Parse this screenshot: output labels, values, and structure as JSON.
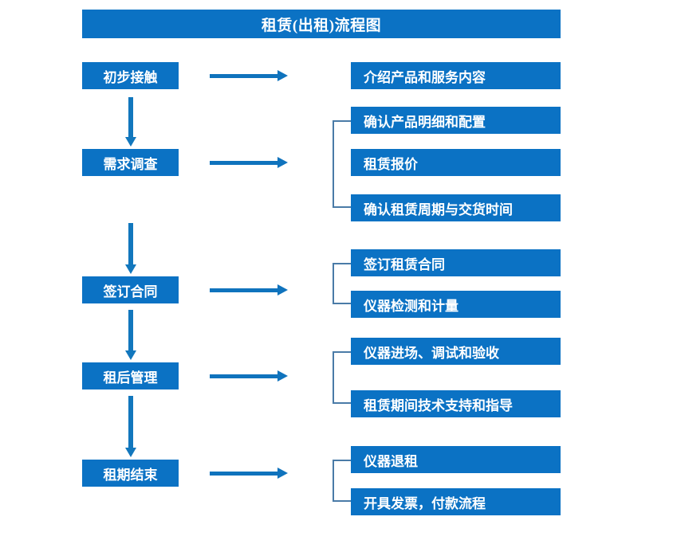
{
  "header": {
    "title": "租赁(出租)流程图"
  },
  "colors": {
    "primary": "#0b72c4",
    "arrow": "#0f73bd",
    "bracket": "#4a7ba7",
    "text_on_primary": "#ffffff",
    "background": "#ffffff"
  },
  "chart_data": {
    "type": "diagram",
    "title": "租赁(出租)流程图",
    "stages": [
      {
        "stage": "初步接触",
        "details": [
          "介绍产品和服务内容"
        ]
      },
      {
        "stage": "需求调查",
        "details": [
          "确认产品明细和配置",
          "租赁报价",
          "确认租赁周期与交货时间"
        ]
      },
      {
        "stage": "签订合同",
        "details": [
          "签订租赁合同",
          "仪器检测和计量"
        ]
      },
      {
        "stage": "租后管理",
        "details": [
          "仪器进场、调试和验收",
          "租赁期间技术支持和指导"
        ]
      },
      {
        "stage": "租期结束",
        "details": [
          "仪器退租",
          "开具发票，付款流程"
        ]
      }
    ]
  },
  "stages": [
    {
      "label": "初步接触"
    },
    {
      "label": "需求调查"
    },
    {
      "label": "签订合同"
    },
    {
      "label": "租后管理"
    },
    {
      "label": "租期结束"
    }
  ],
  "details": [
    {
      "label": "介绍产品和服务内容"
    },
    {
      "label": "确认产品明细和配置"
    },
    {
      "label": "租赁报价"
    },
    {
      "label": "确认租赁周期与交货时间"
    },
    {
      "label": "签订租赁合同"
    },
    {
      "label": "仪器检测和计量"
    },
    {
      "label": "仪器进场、调试和验收"
    },
    {
      "label": "租赁期间技术支持和指导"
    },
    {
      "label": "仪器退租"
    },
    {
      "label": "开具发票，付款流程"
    }
  ]
}
